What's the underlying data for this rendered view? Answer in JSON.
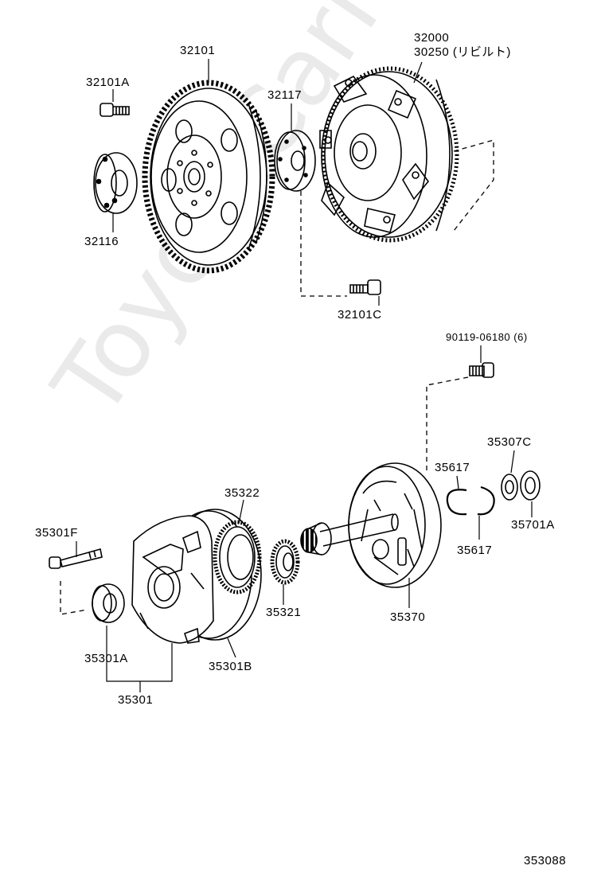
{
  "watermark": "ToyotaCarMine.ru",
  "diagram_code": "353088",
  "labels": {
    "p32101": "32101",
    "p32101A": "32101A",
    "p32116": "32116",
    "p32117": "32117",
    "p32000": "32000",
    "p30250": "30250 (リビルト)",
    "p32101C": "32101C",
    "p90119": "90119-06180 (6)",
    "p35307C": "35307C",
    "p35617a": "35617",
    "p35617b": "35617",
    "p35701A": "35701A",
    "p35322": "35322",
    "p35301F": "35301F",
    "p35321": "35321",
    "p35370": "35370",
    "p35301A": "35301A",
    "p35301B": "35301B",
    "p35301": "35301"
  }
}
